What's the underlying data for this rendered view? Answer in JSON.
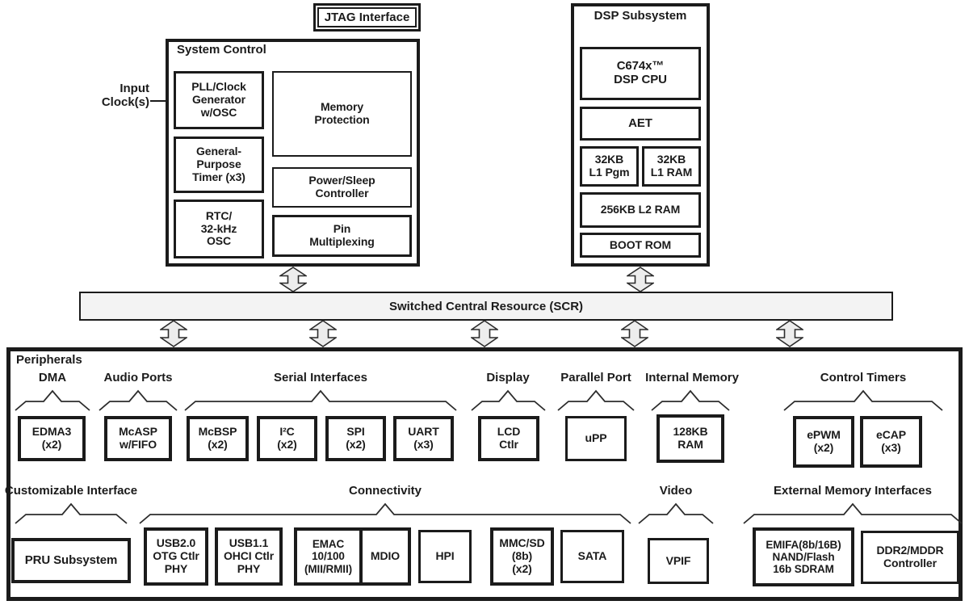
{
  "jtag": {
    "label": "JTAG Interface"
  },
  "input_clock": {
    "label": "Input\nClock(s)"
  },
  "system_control": {
    "title": "System Control",
    "pll": "PLL/Clock\nGenerator\nw/OSC",
    "gp_timer": "General-\nPurpose\nTimer (x3)",
    "rtc": "RTC/\n32-kHz\nOSC",
    "memory_protection": "Memory\nProtection",
    "power_sleep": "Power/Sleep\nController",
    "pin_mux": "Pin\nMultiplexing"
  },
  "dsp": {
    "title": "DSP Subsystem",
    "cpu": "C674x™\nDSP CPU",
    "aet": "AET",
    "l1_pgm": "32KB\nL1 Pgm",
    "l1_ram": "32KB\nL1 RAM",
    "l2_ram": "256KB L2 RAM",
    "boot_rom": "BOOT ROM"
  },
  "scr": {
    "label": "Switched Central Resource (SCR)"
  },
  "peripherals": {
    "title": "Peripherals",
    "groups": [
      {
        "label": "DMA",
        "boxes": [
          "EDMA3\n(x2)"
        ]
      },
      {
        "label": "Audio Ports",
        "boxes": [
          "McASP\nw/FIFO"
        ]
      },
      {
        "label": "Serial Interfaces",
        "boxes": [
          "McBSP\n(x2)",
          "I²C\n(x2)",
          "SPI\n(x2)",
          "UART\n(x3)"
        ]
      },
      {
        "label": "Display",
        "boxes": [
          "LCD\nCtlr"
        ]
      },
      {
        "label": "Parallel Port",
        "boxes": [
          "uPP"
        ]
      },
      {
        "label": "Internal Memory",
        "boxes": [
          "128KB\nRAM"
        ]
      },
      {
        "label": "Control Timers",
        "boxes": [
          "ePWM\n(x2)",
          "eCAP\n(x3)"
        ]
      },
      {
        "label": "Customizable Interface",
        "boxes": [
          "PRU Subsystem"
        ]
      },
      {
        "label": "Connectivity",
        "boxes": [
          "USB2.0\nOTG Ctlr\nPHY",
          "USB1.1\nOHCI Ctlr\nPHY",
          "EMAC\n10/100\n(MII/RMII)",
          "MDIO",
          "HPI",
          "MMC/SD\n(8b)\n(x2)",
          "SATA"
        ]
      },
      {
        "label": "Video",
        "boxes": [
          "VPIF"
        ]
      },
      {
        "label": "External Memory Interfaces",
        "boxes": [
          "EMIFA(8b/16B)\nNAND/Flash\n16b SDRAM",
          "DDR2/MDDR\nController"
        ]
      }
    ]
  },
  "colors": {
    "line": "#1b1b1b",
    "fill_gray": "#ededed",
    "scr_fill": "#f3f3f3"
  }
}
